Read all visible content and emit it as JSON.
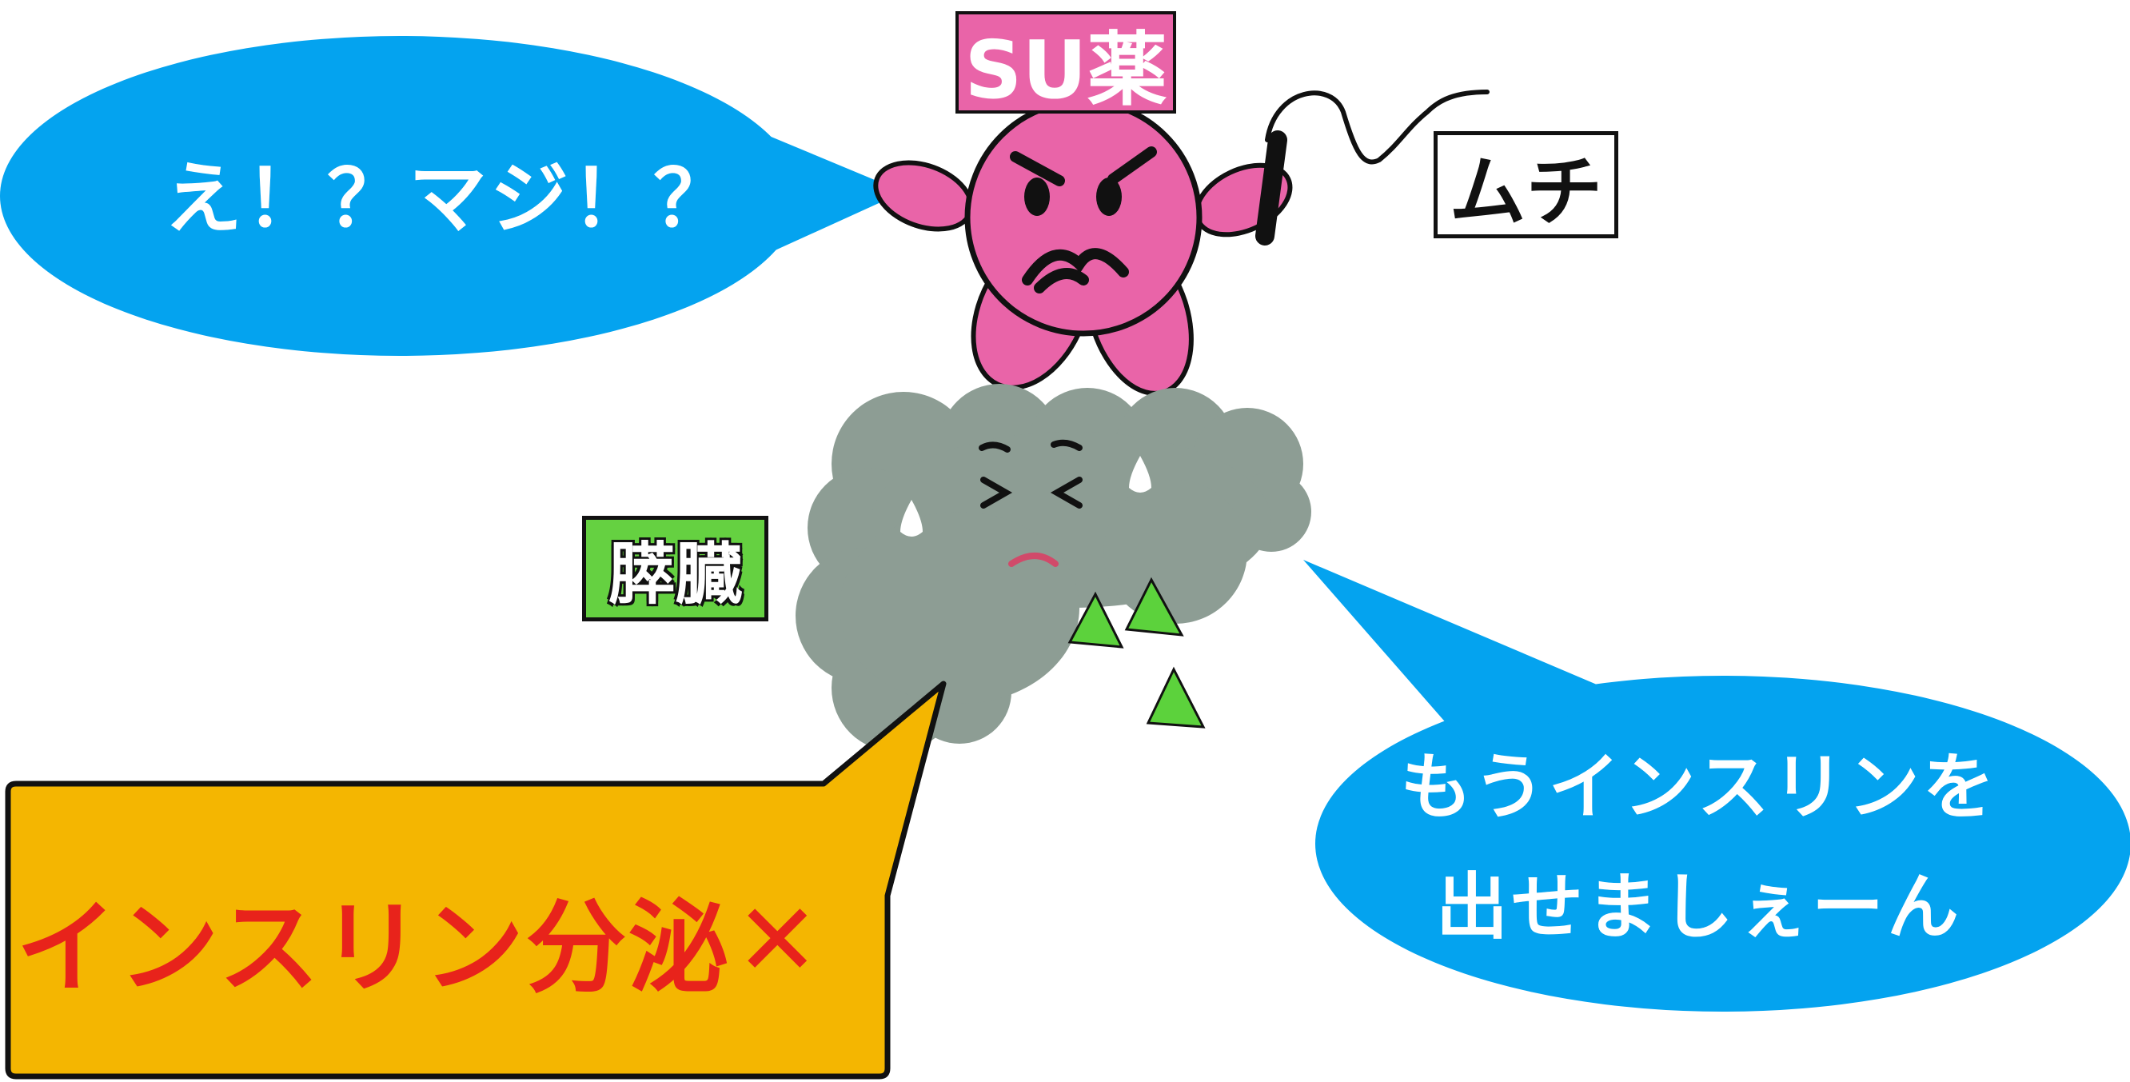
{
  "labels": {
    "su_drug": "SU薬",
    "whip": "ムチ",
    "pancreas": "膵臓"
  },
  "speech": {
    "su_reply": "え！？マジ！？",
    "pancreas_lines": [
      "もうインスリンを",
      "出せましぇーん"
    ]
  },
  "callout": {
    "text": "インスリン分泌",
    "mark": "✕"
  },
  "colors": {
    "su_pink": "#e964a8",
    "speech_blue": "#04a3ef",
    "pancreas_gray": "#8d9d94",
    "pancreas_label_green": "#65d141",
    "insulin_triangle_green": "#5cd23c",
    "callout_orange": "#f4b601",
    "callout_text_red": "#e8231b"
  },
  "icons": [
    "angry-face-icon",
    "whip-icon",
    "sad-face-icon",
    "sweat-drop-icon",
    "insulin-triangle-icon",
    "cross-mark-icon"
  ]
}
